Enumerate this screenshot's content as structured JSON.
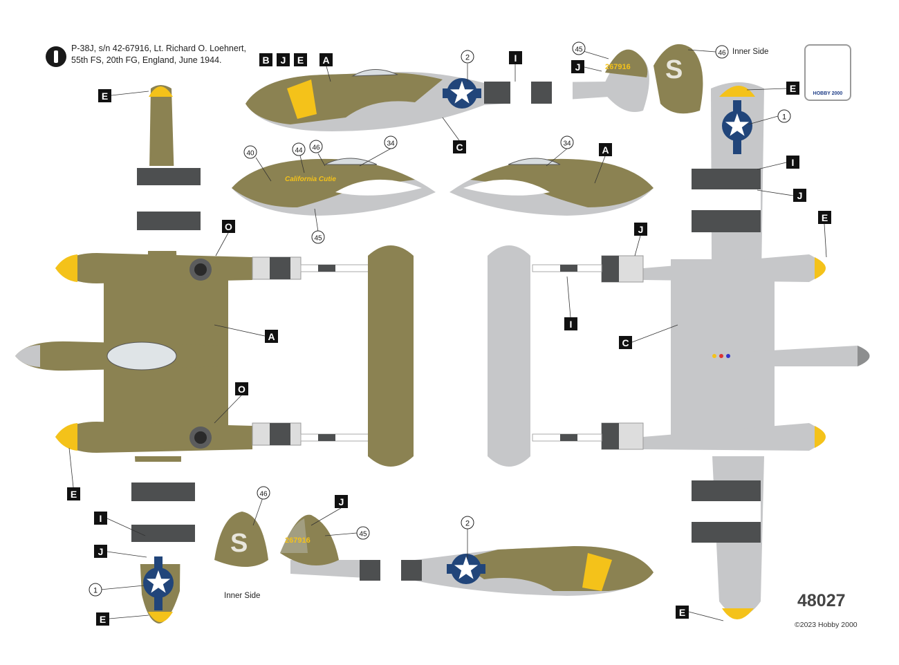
{
  "header": {
    "line1": "P-38J, s/n 42-67916, Lt. Richard O. Loehnert,",
    "line2": "55th FS, 20th FG, England, June 1944."
  },
  "brand": {
    "logo_text": "HOBBY 2000"
  },
  "catalog_number": "48027",
  "copyright": "©2023 Hobby 2000",
  "notes": {
    "inner_side": "Inner Side"
  },
  "nose_art_text": "California Cutie",
  "serial_tail": "267916",
  "tail_letter": "S",
  "colors": {
    "olive": "#8b8252",
    "grey": "#c6c7c9",
    "yellow": "#f4c21a",
    "black_band": "#4d4f50",
    "insignia_blue": "#21457a"
  },
  "callouts": {
    "A": "A",
    "B": "B",
    "C": "C",
    "E": "E",
    "I": "I",
    "J": "J",
    "O": "O"
  },
  "numbers": {
    "n1": "1",
    "n2": "2",
    "n34": "34",
    "n40": "40",
    "n44": "44",
    "n45": "45",
    "n46": "46"
  }
}
